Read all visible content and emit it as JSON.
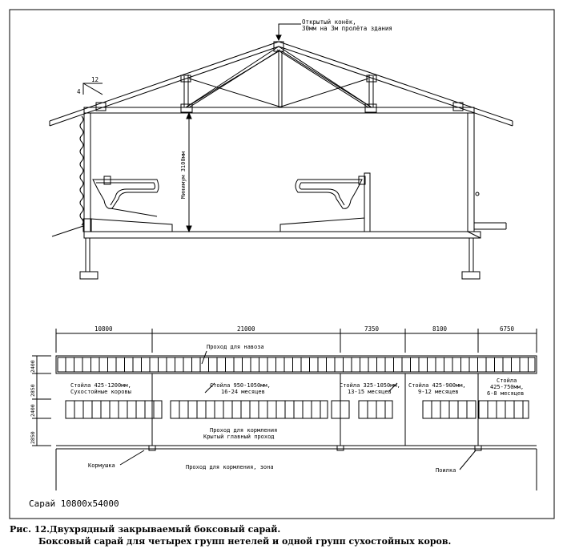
{
  "section": {
    "ridge_note_line1": "Открытый конёк,",
    "ridge_note_line2": "30мм на 3м пролёта здания",
    "roof_slope_run": "12",
    "roof_slope_rise": "4",
    "height_label": "Минимум 3100мм"
  },
  "plan": {
    "dimensions": [
      "10800",
      "21000",
      "7350",
      "8100",
      "6750"
    ],
    "row_dimensions": [
      "2400",
      "2850",
      "2400",
      "2850"
    ],
    "manure_passage": "Проход для навоза",
    "zones": [
      {
        "line1": "Стойла 425-1200мм,",
        "line2": "Сухостойные коровы"
      },
      {
        "line1": "Стойла 950-1050мм,",
        "line2": "16-24 месяцев"
      },
      {
        "line1": "Стойла 325-1050мм,",
        "line2": "13-15 месяцев"
      },
      {
        "line1": "Стойла 425-900мм,",
        "line2": "9-12 месяцев"
      },
      {
        "line1": "Стойла",
        "line2": "425-750мм,",
        "line3": "6-8 месяцев"
      }
    ],
    "feed_passage_line1": "Проход для кормления",
    "feed_passage_line2": "Крытый главный проход",
    "feeder_label": "Кормушка",
    "feed_passage_hay": "Проход для кормления, зона",
    "drinker_label": "Поилка"
  },
  "sheet_label": "Сарай 10800х54000",
  "caption": {
    "line1": "Рис. 12.Двухрядный закрываемый боксовый сарай.",
    "line2": "Боксовый сарай для четырех групп нетелей и одной групп сухостойных коров."
  }
}
